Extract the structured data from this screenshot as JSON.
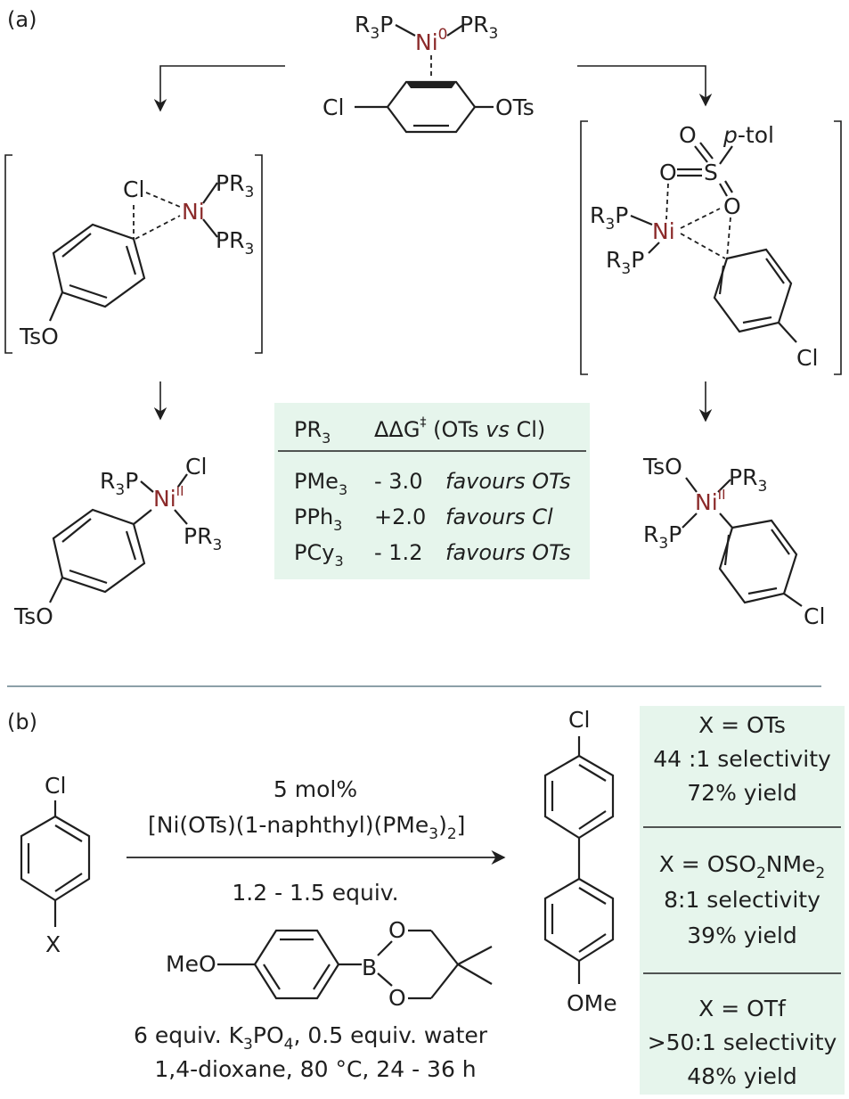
{
  "panel_a": {
    "label": "(a)",
    "top_complex": {
      "l1": "R",
      "l1s": "3",
      "l1e": "P",
      "ni": "Ni",
      "ni_ox": "0",
      "r1": "PR",
      "r1s": "3",
      "cl": "Cl",
      "ots": "OTs"
    },
    "left_ts": {
      "cl": "Cl",
      "ni": "Ni",
      "pr3a": "PR",
      "pr3as": "3",
      "pr3b": "PR",
      "pr3bs": "3",
      "tso": "TsO"
    },
    "right_ts": {
      "o1": "O",
      "s": "S",
      "ptol_p": "p",
      "ptol": "-tol",
      "o2": "O",
      "o3": "O",
      "r3p_a": "R",
      "r3p_as": "3",
      "r3p_ae": "P",
      "ni": "Ni",
      "r3p_b": "R",
      "r3p_bs": "3",
      "r3p_be": "P",
      "cl": "Cl"
    },
    "left_product": {
      "r3p": "R",
      "r3ps": "3",
      "r3pe": "P",
      "ni": "Ni",
      "ni_ox": "II",
      "cl": "Cl",
      "pr3": "PR",
      "pr3s": "3",
      "tso": "TsO"
    },
    "right_product": {
      "tso": "TsO",
      "pr3": "PR",
      "pr3s": "3",
      "ni": "Ni",
      "ni_ox": "II",
      "r3p": "R",
      "r3ps": "3",
      "r3pe": "P",
      "cl": "Cl"
    },
    "table": {
      "bg": "#e6f5ec",
      "h_pr3": "PR",
      "h_pr3s": "3",
      "h_ddg": "ΔΔG",
      "h_ddg_sup": "‡",
      "h_cmp_a": "(OTs ",
      "h_cmp_vs": "vs",
      "h_cmp_b": " Cl)",
      "rows": [
        {
          "l": "PMe",
          "ls": "3",
          "v": "- 3.0",
          "note": "favours OTs"
        },
        {
          "l": "PPh",
          "ls": "3",
          "v": "+2.0",
          "note": "favours Cl"
        },
        {
          "l": "PCy",
          "ls": "3",
          "v": "- 1.2",
          "note": "favours OTs"
        }
      ]
    }
  },
  "panel_b": {
    "label": "(b)",
    "substrate": {
      "cl": "Cl",
      "x": "X"
    },
    "reagents": {
      "line1": "5 mol%",
      "cat_a": "[Ni(OTs)(1-naphthyl)(PMe",
      "cat_s1": "3",
      "cat_b": ")",
      "cat_s2": "2",
      "cat_c": "]",
      "equiv": "1.2 - 1.5 equiv.",
      "meo": "MeO",
      "b": "B",
      "o_top": "O",
      "o_bot": "O",
      "cond1_a": "6 equiv. K",
      "cond1_s1": "3",
      "cond1_b": "PO",
      "cond1_s2": "4",
      "cond1_c": ", 0.5 equiv. water",
      "cond2": "1,4-dioxane, 80 °C, 24 - 36 h"
    },
    "product": {
      "cl": "Cl",
      "ome": "OMe"
    },
    "results": {
      "bg": "#e6f5ec",
      "r1": {
        "x": "X = OTs",
        "sel": "44 :1 selectivity",
        "yield": "72% yield"
      },
      "r2": {
        "x_a": "X = OSO",
        "x_s1": "2",
        "x_b": "NMe",
        "x_s2": "2",
        "sel": "8:1 selectivity",
        "yield": "39% yield"
      },
      "r3": {
        "x": "X = OTf",
        "sel": ">50:1 selectivity",
        "yield": "48% yield"
      }
    }
  }
}
